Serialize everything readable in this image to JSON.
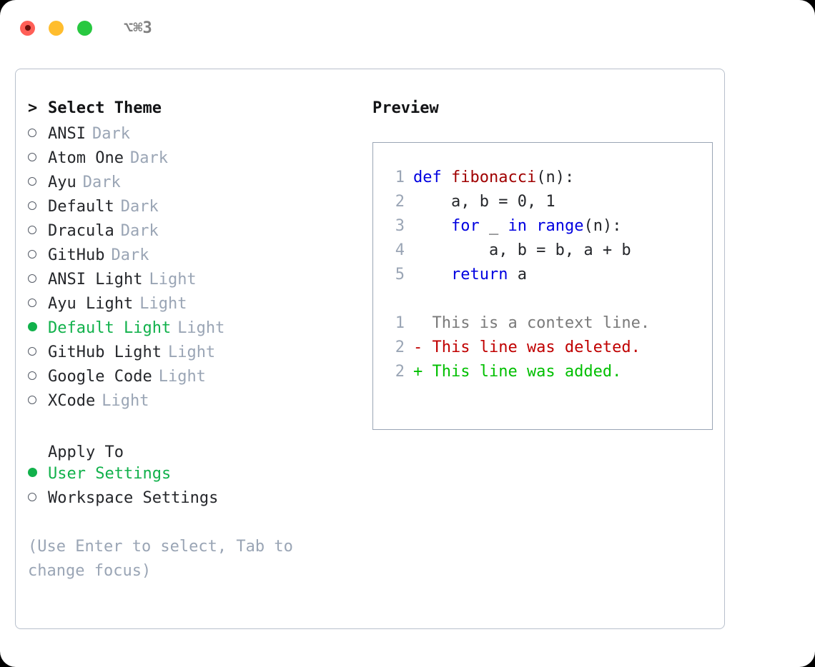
{
  "titlebar": {
    "shortcut": "⌥⌘3",
    "lights": [
      {
        "name": "close",
        "color": "#ff5f57"
      },
      {
        "name": "minimize",
        "color": "#ffbd2e"
      },
      {
        "name": "maximize",
        "color": "#28c840"
      }
    ]
  },
  "theme_picker": {
    "heading": "Select Theme",
    "caret": ">",
    "items": [
      {
        "name": "ANSI",
        "variant": "Dark",
        "selected": false
      },
      {
        "name": "Atom One",
        "variant": "Dark",
        "selected": false
      },
      {
        "name": "Ayu",
        "variant": "Dark",
        "selected": false
      },
      {
        "name": "Default",
        "variant": "Dark",
        "selected": false
      },
      {
        "name": "Dracula",
        "variant": "Dark",
        "selected": false
      },
      {
        "name": "GitHub",
        "variant": "Dark",
        "selected": false
      },
      {
        "name": "ANSI Light",
        "variant": "Light",
        "selected": false
      },
      {
        "name": "Ayu Light",
        "variant": "Light",
        "selected": false
      },
      {
        "name": "Default Light",
        "variant": "Light",
        "selected": true
      },
      {
        "name": "GitHub Light",
        "variant": "Light",
        "selected": false
      },
      {
        "name": "Google Code",
        "variant": "Light",
        "selected": false
      },
      {
        "name": "XCode",
        "variant": "Light",
        "selected": false
      }
    ]
  },
  "apply_to": {
    "heading": "Apply To",
    "options": [
      {
        "label": "User Settings",
        "selected": true
      },
      {
        "label": "Workspace Settings",
        "selected": false
      }
    ]
  },
  "hint": "(Use Enter to select, Tab to change focus)",
  "preview": {
    "title": "Preview",
    "code_lines": [
      {
        "no": "1",
        "tokens": [
          {
            "t": "def",
            "c": "kw"
          },
          {
            "t": " ",
            "c": "plain"
          },
          {
            "t": "fibonacci",
            "c": "fn"
          },
          {
            "t": "(n):",
            "c": "plain"
          }
        ]
      },
      {
        "no": "2",
        "tokens": [
          {
            "t": "    a, b = 0, 1",
            "c": "plain"
          }
        ]
      },
      {
        "no": "3",
        "tokens": [
          {
            "t": "    ",
            "c": "plain"
          },
          {
            "t": "for",
            "c": "kw"
          },
          {
            "t": " _ ",
            "c": "plain"
          },
          {
            "t": "in",
            "c": "kw"
          },
          {
            "t": " ",
            "c": "plain"
          },
          {
            "t": "range",
            "c": "kw"
          },
          {
            "t": "(n):",
            "c": "plain"
          }
        ]
      },
      {
        "no": "4",
        "tokens": [
          {
            "t": "        a, b = b, a + b",
            "c": "plain"
          }
        ]
      },
      {
        "no": "5",
        "tokens": [
          {
            "t": "    ",
            "c": "plain"
          },
          {
            "t": "return",
            "c": "kw"
          },
          {
            "t": " a",
            "c": "plain"
          }
        ]
      }
    ],
    "diff_lines": [
      {
        "no": "1",
        "text": "  This is a context line.",
        "kind": "ctx"
      },
      {
        "no": "2",
        "text": "- This line was deleted.",
        "kind": "del"
      },
      {
        "no": "2",
        "text": "+ This line was added.",
        "kind": "add"
      }
    ]
  },
  "colors": {
    "accent_green": "#11b14b",
    "badge_gray": "#9aa5b5",
    "keyword_blue": "#0000e0",
    "function_red": "#a00000",
    "diff_add": "#00bf00",
    "diff_del": "#c00000",
    "border": "#b8c0cc"
  }
}
